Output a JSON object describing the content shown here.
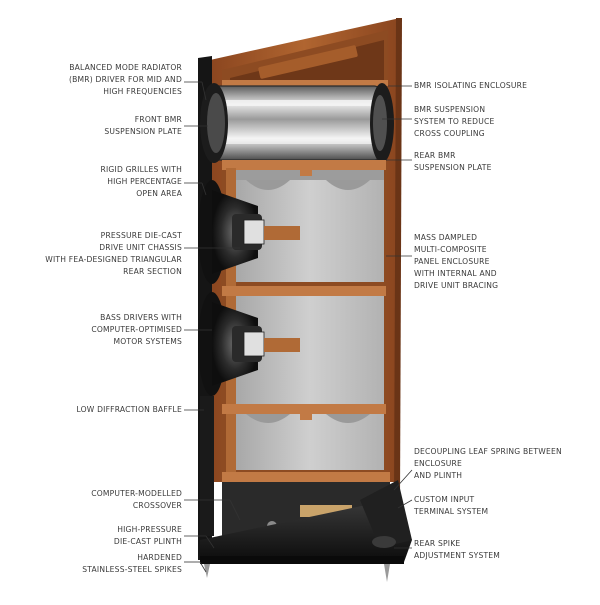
{
  "colors": {
    "wood": "#a0582a",
    "wood_dark": "#7b3f1c",
    "wood_light": "#c27a45",
    "panel": "#c7c7c7",
    "panel_dark": "#8f8f8f",
    "driver_black": "#1b1b1b",
    "leader": "#333333"
  },
  "labels": {
    "bmr_driver": "BALANCED MODE RADIATOR\n(BMR) DRIVER FOR MID AND\nHIGH FREQUENCIES",
    "front_bmr_plate": "FRONT BMR\nSUSPENSION PLATE",
    "rigid_grilles": "RIGID GRILLES WITH\nHIGH PERCENTAGE\nOPEN AREA",
    "pressure_chassis": "PRESSURE DIE-CAST\nDRIVE UNIT CHASSIS\nWITH FEA-DESIGNED TRIANGULAR\nREAR SECTION",
    "bass_drivers": "BASS DRIVERS WITH\nCOMPUTER-OPTIMISED\nMOTOR SYSTEMS",
    "low_diffraction": "LOW DIFFRACTION BAFFLE",
    "crossover": "COMPUTER-MODELLED\nCROSSOVER",
    "plinth": "HIGH-PRESSURE\nDIE-CAST PLINTH",
    "spikes": "HARDENED\nSTAINLESS-STEEL SPIKES",
    "bmr_enclosure": "BMR ISOLATING ENCLOSURE",
    "bmr_suspension": "BMR SUSPENSION\nSYSTEM TO REDUCE\nCROSS COUPLING",
    "rear_bmr_plate": "REAR BMR\nSUSPENSION PLATE",
    "mass_damped": "MASS DAMPLED\nMULTI-COMPOSITE\nPANEL ENCLOSURE\nWITH INTERNAL AND\nDRIVE UNIT BRACING",
    "leaf_spring": "DECOUPLING LEAF SPRING BETWEEN\nENCLOSURE\nAND PLINTH",
    "input_terminal": "CUSTOM INPUT\nTERMINAL SYSTEM",
    "rear_spike": "REAR SPIKE\nADJUSTMENT SYSTEM"
  }
}
